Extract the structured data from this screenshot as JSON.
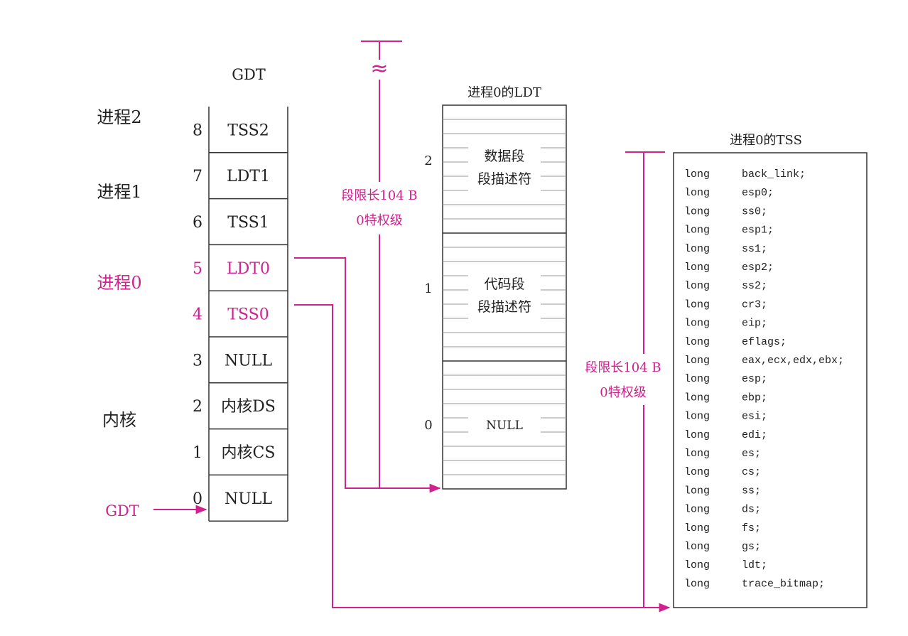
{
  "colors": {
    "accent": "#d0218f",
    "ink": "#222222",
    "line": "#333333",
    "rule": "#9a9a9a"
  },
  "gdt": {
    "title": "GDT",
    "entries": [
      {
        "index": "8",
        "label": "TSS2",
        "highlight": false
      },
      {
        "index": "7",
        "label": "LDT1",
        "highlight": false
      },
      {
        "index": "6",
        "label": "TSS1",
        "highlight": false
      },
      {
        "index": "5",
        "label": "LDT0",
        "highlight": true
      },
      {
        "index": "4",
        "label": "TSS0",
        "highlight": true
      },
      {
        "index": "3",
        "label": "NULL",
        "highlight": false
      },
      {
        "index": "2",
        "label": "内核DS",
        "highlight": false
      },
      {
        "index": "1",
        "label": "内核CS",
        "highlight": false
      },
      {
        "index": "0",
        "label": "NULL",
        "highlight": false
      }
    ],
    "groups": [
      {
        "label": "进程2",
        "highlight": false
      },
      {
        "label": "进程1",
        "highlight": false
      },
      {
        "label": "进程0",
        "highlight": true
      },
      {
        "label": "内核",
        "highlight": false
      }
    ],
    "pointer_label": "GDT"
  },
  "ldt": {
    "title": "进程0的LDT",
    "sections": [
      {
        "index": "2",
        "lines": [
          "数据段",
          "段描述符"
        ]
      },
      {
        "index": "1",
        "lines": [
          "代码段",
          "段描述符"
        ]
      },
      {
        "index": "0",
        "lines": [
          "NULL"
        ]
      }
    ],
    "limit_note": [
      "段限长104 B",
      "0特权级"
    ],
    "break_mark": "≈"
  },
  "tss": {
    "title": "进程0的TSS",
    "fields": [
      {
        "type": "long",
        "name": "back_link;"
      },
      {
        "type": "long",
        "name": "esp0;"
      },
      {
        "type": "long",
        "name": "ss0;"
      },
      {
        "type": "long",
        "name": "esp1;"
      },
      {
        "type": "long",
        "name": "ss1;"
      },
      {
        "type": "long",
        "name": "esp2;"
      },
      {
        "type": "long",
        "name": "ss2;"
      },
      {
        "type": "long",
        "name": "cr3;"
      },
      {
        "type": "long",
        "name": "eip;"
      },
      {
        "type": "long",
        "name": "eflags;"
      },
      {
        "type": "long",
        "name": "eax,ecx,edx,ebx;"
      },
      {
        "type": "long",
        "name": "esp;"
      },
      {
        "type": "long",
        "name": "ebp;"
      },
      {
        "type": "long",
        "name": "esi;"
      },
      {
        "type": "long",
        "name": "edi;"
      },
      {
        "type": "long",
        "name": "es;"
      },
      {
        "type": "long",
        "name": "cs;"
      },
      {
        "type": "long",
        "name": "ss;"
      },
      {
        "type": "long",
        "name": "ds;"
      },
      {
        "type": "long",
        "name": "fs;"
      },
      {
        "type": "long",
        "name": "gs;"
      },
      {
        "type": "long",
        "name": "ldt;"
      },
      {
        "type": "long",
        "name": "trace_bitmap;"
      }
    ],
    "limit_note": [
      "段限长104 B",
      "0特权级"
    ]
  }
}
